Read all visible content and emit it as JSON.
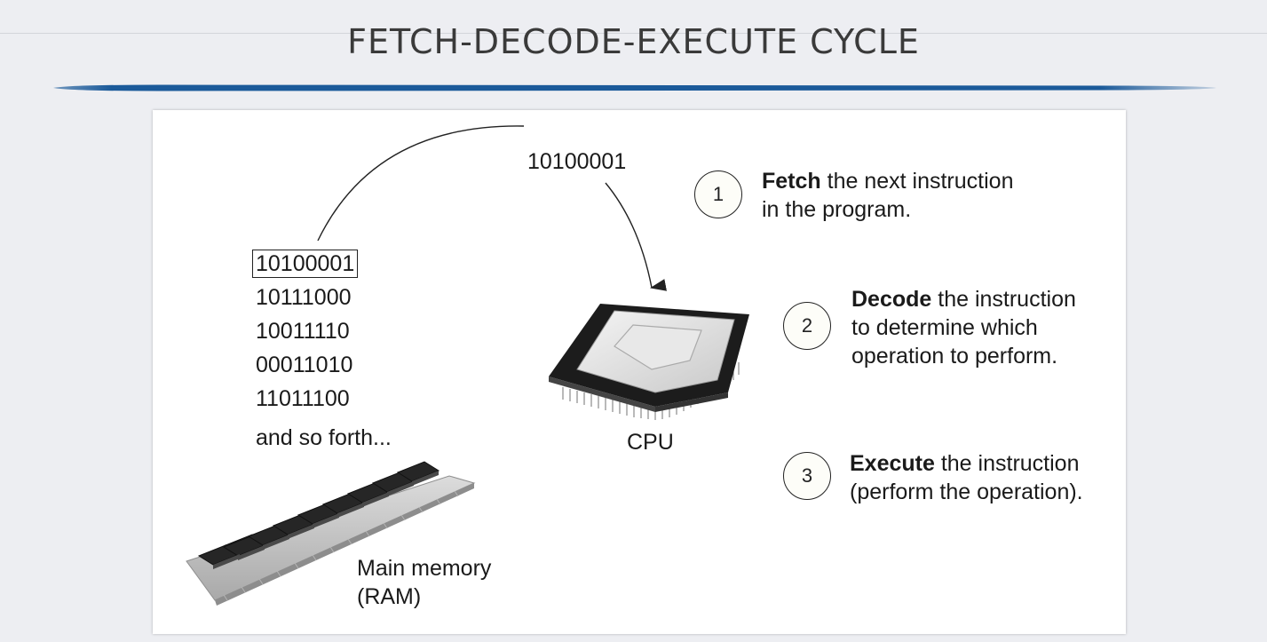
{
  "slide": {
    "title": "FETCH-DECODE-EXECUTE CYCLE",
    "accent_color": "#1b5a9a"
  },
  "diagram": {
    "fetched_instruction": "10100001",
    "memory_contents": {
      "highlighted": "10100001",
      "rest": [
        "10111000",
        "10011110",
        "00011010",
        "11011100"
      ],
      "more": "and so forth..."
    },
    "memory_label": {
      "line1": "Main memory",
      "line2": "(RAM)"
    },
    "cpu_label": "CPU",
    "steps": [
      {
        "number": "1",
        "verb": "Fetch",
        "line1_rest": " the next instruction",
        "line2": "in the program."
      },
      {
        "number": "2",
        "verb": "Decode",
        "line1_rest": " the instruction",
        "line2": "to determine which",
        "line3": "operation to perform."
      },
      {
        "number": "3",
        "verb": "Execute",
        "line1_rest": " the instruction",
        "line2": "(perform the operation)."
      }
    ]
  }
}
